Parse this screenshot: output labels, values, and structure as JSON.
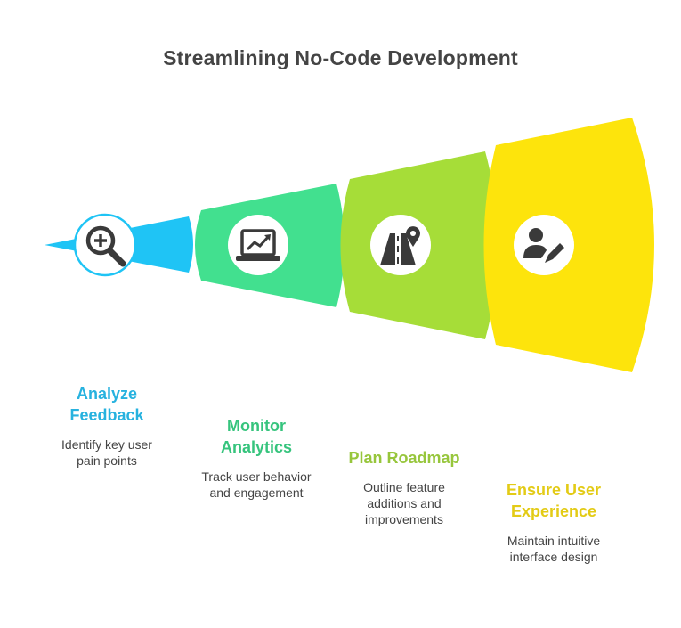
{
  "title": "Streamlining No-Code Development",
  "stages": [
    {
      "heading": "Analyze\nFeedback",
      "description": "Identify key user\npain points",
      "color": "#1fc4f5",
      "heading_color": "#27b2df",
      "icon": "magnifier-plus-icon"
    },
    {
      "heading": "Monitor\nAnalytics",
      "description": "Track user behavior\nand engagement",
      "color": "#42e08f",
      "heading_color": "#36c47d",
      "icon": "laptop-chart-icon"
    },
    {
      "heading": "Plan Roadmap",
      "description": "Outline feature\nadditions and\nimprovements",
      "color": "#a6dd38",
      "heading_color": "#97c63c",
      "icon": "road-pin-icon"
    },
    {
      "heading": "Ensure User\nExperience",
      "description": "Maintain intuitive\ninterface design",
      "color": "#fde40c",
      "heading_color": "#e3cb16",
      "icon": "user-edit-icon"
    }
  ]
}
